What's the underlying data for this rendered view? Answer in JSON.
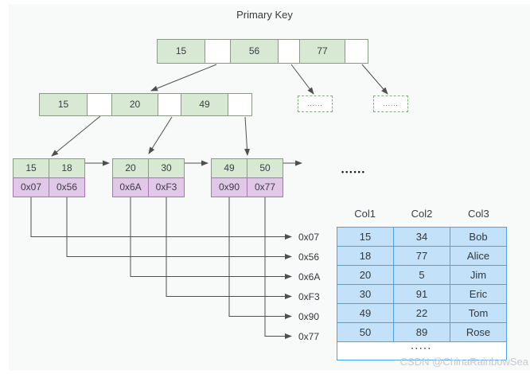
{
  "diagram": {
    "title": "Primary Key",
    "watermark": "CSDN @ChinaRainbowSea"
  },
  "tree": {
    "root": {
      "keys": [
        "15",
        "56",
        "77"
      ]
    },
    "internal": {
      "keys": [
        "15",
        "20",
        "49"
      ]
    },
    "overflow": [
      {
        "label": "......"
      },
      {
        "label": "......"
      }
    ],
    "leaves": [
      {
        "keys": [
          "15",
          "18"
        ],
        "pointers": [
          "0x07",
          "0x56"
        ]
      },
      {
        "keys": [
          "20",
          "30"
        ],
        "pointers": [
          "0x6A",
          "0xF3"
        ]
      },
      {
        "keys": [
          "49",
          "50"
        ],
        "pointers": [
          "0x90",
          "0x77"
        ]
      }
    ],
    "more_leaves": "••••••"
  },
  "pointers": {
    "items": [
      "0x07",
      "0x56",
      "0x6A",
      "0xF3",
      "0x90",
      "0x77"
    ]
  },
  "table": {
    "columns": [
      "Col1",
      "Col2",
      "Col3"
    ],
    "rows": [
      [
        "15",
        "34",
        "Bob"
      ],
      [
        "18",
        "77",
        "Alice"
      ],
      [
        "20",
        "5",
        "Jim"
      ],
      [
        "30",
        "91",
        "Eric"
      ],
      [
        "49",
        "22",
        "Tom"
      ],
      [
        "50",
        "89",
        "Rose"
      ]
    ],
    "more": "·····"
  },
  "colors": {
    "node_green": "#d7e9d2",
    "node_border": "#8a9a84",
    "pointer_purple": "#e2c8e8",
    "purple_border": "#a478ae",
    "table_blue": "#c3e1f8",
    "table_border": "#47a3ea",
    "dashed_green": "#7ab47a",
    "arrow": "#4f4f4f"
  }
}
